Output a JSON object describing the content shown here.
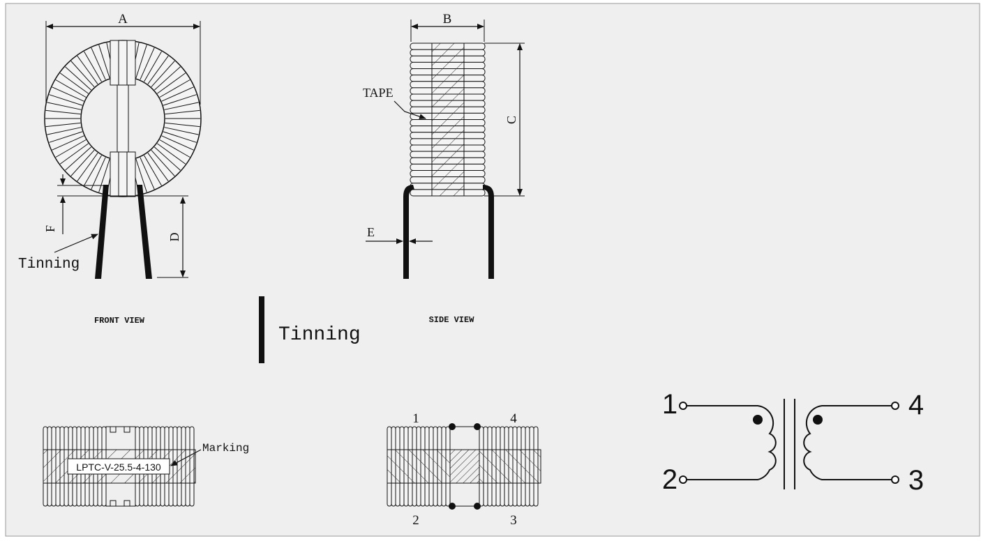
{
  "colors": {
    "background": "#efefef",
    "ink": "#111111",
    "frame": "#9a9a9a"
  },
  "front_view": {
    "dim_a": "A",
    "dim_d": "D",
    "dim_f": "F",
    "callout_tinning": "Tinning",
    "caption": "FRONT VIEW"
  },
  "side_view": {
    "dim_b": "B",
    "dim_c": "C",
    "dim_e": "E",
    "callout_tape": "TAPE",
    "caption": "SIDE VIEW"
  },
  "legend": {
    "tinning_label": "Tinning"
  },
  "top_view": {
    "marking_label": "Marking",
    "marking_text": "LPTC-V-25.5-4-130"
  },
  "pin_view": {
    "pin_1": "1",
    "pin_2": "2",
    "pin_3": "3",
    "pin_4": "4"
  },
  "schematic": {
    "pin_1": "1",
    "pin_2": "2",
    "pin_3": "3",
    "pin_4": "4"
  }
}
